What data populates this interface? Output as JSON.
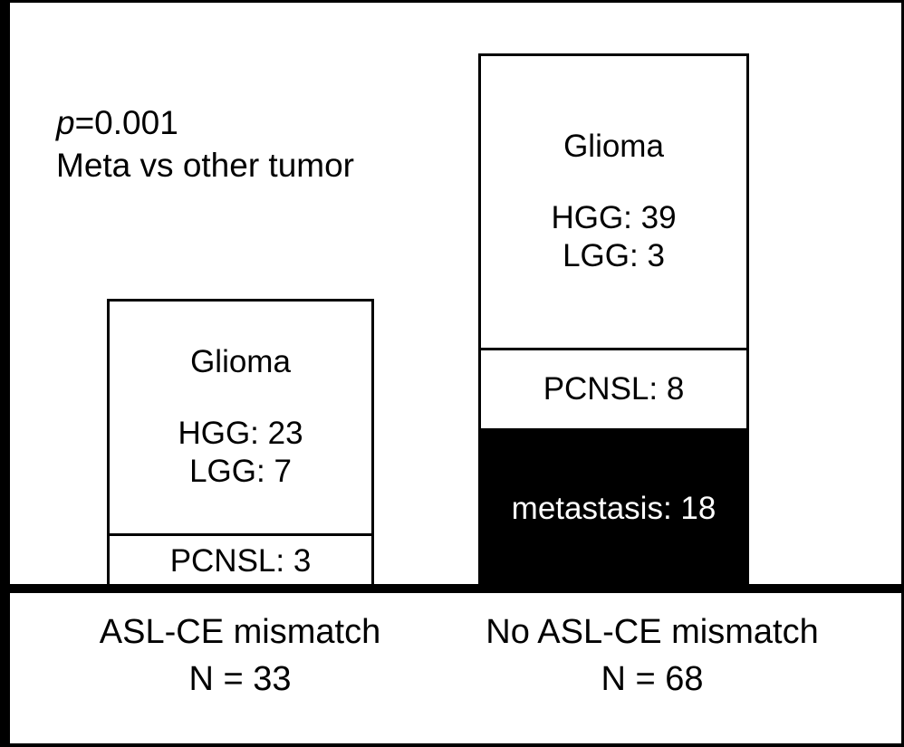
{
  "figure": {
    "annotation": {
      "p_label": "p",
      "p_value": "=0.001",
      "comparison": "Meta vs other tumor"
    }
  },
  "chart_data": {
    "type": "bar",
    "title": "",
    "xlabel": "",
    "ylabel": "",
    "stacked": true,
    "grid": false,
    "legend": "none",
    "annotations": [
      "p=0.001",
      "Meta vs other tumor"
    ],
    "categories": [
      "ASL-CE mismatch",
      "No ASL-CE mismatch"
    ],
    "category_totals": [
      33,
      68
    ],
    "category_total_labels": [
      "N = 33",
      "N = 68"
    ],
    "series": [
      {
        "name": "Glioma",
        "values": [
          30,
          42
        ],
        "color": "#ffffff",
        "text_color": "#000000"
      },
      {
        "name": "PCNSL",
        "values": [
          3,
          8
        ],
        "color": "#ffffff",
        "text_color": "#000000"
      },
      {
        "name": "metastasis",
        "values": [
          0,
          18
        ],
        "color": "#000000",
        "text_color": "#ffffff"
      }
    ],
    "subgroups": {
      "glioma_breakdown": [
        {
          "HGG": 23,
          "LGG": 7
        },
        {
          "HGG": 39,
          "LGG": 3
        }
      ]
    },
    "ylim": [
      0,
      68
    ]
  },
  "bars": {
    "left": {
      "category": "ASL-CE mismatch",
      "n_label": "N = 33",
      "segments": [
        {
          "name": "glioma-segment",
          "title": "Glioma",
          "sub1": "HGG: 23",
          "sub2": "LGG: 7",
          "filled": false
        },
        {
          "name": "pcnsl-segment",
          "title": "PCNSL: 3",
          "filled": false
        }
      ]
    },
    "right": {
      "category": "No ASL-CE mismatch",
      "n_label": "N = 68",
      "segments": [
        {
          "name": "glioma-segment",
          "title": "Glioma",
          "sub1": "HGG: 39",
          "sub2": "LGG: 3",
          "filled": false
        },
        {
          "name": "pcnsl-segment",
          "title": "PCNSL: 8",
          "filled": false
        },
        {
          "name": "metastasis-segment",
          "title": "metastasis: 18",
          "filled": true
        }
      ]
    }
  }
}
